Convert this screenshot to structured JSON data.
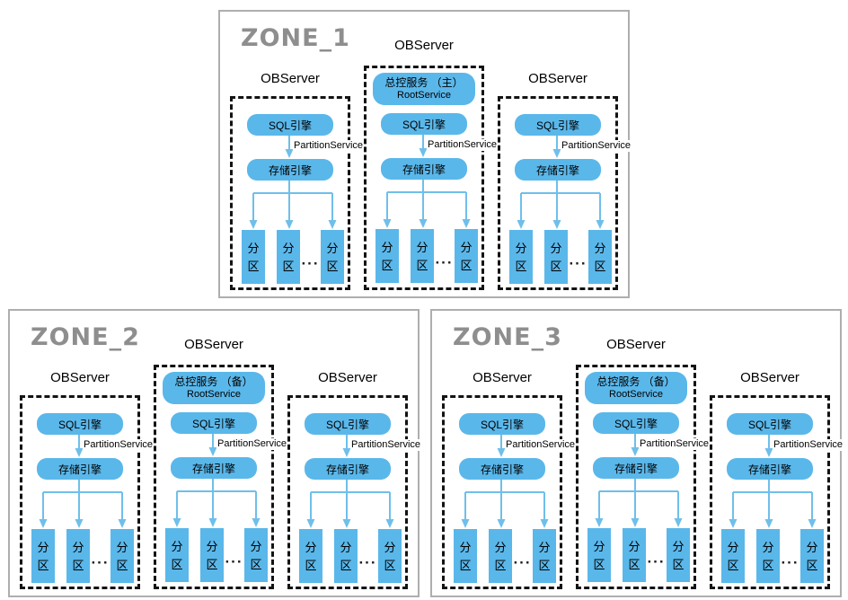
{
  "labels": {
    "observer": "OBServer",
    "sql_engine": "SQL引擎",
    "partition_service": "PartitionService",
    "storage_engine": "存储引擎",
    "partition_line1": "分",
    "partition_line2": "区",
    "ellipsis": "···"
  },
  "zones": [
    {
      "title": "ZONE_1",
      "root_service": {
        "title": "总控服务 （主）",
        "subtitle": "RootService"
      }
    },
    {
      "title": "ZONE_2",
      "root_service": {
        "title": "总控服务 （备）",
        "subtitle": "RootService"
      }
    },
    {
      "title": "ZONE_3",
      "root_service": {
        "title": "总控服务 （备）",
        "subtitle": "RootService"
      }
    }
  ],
  "colors": {
    "box_blue": "#5AB7EA",
    "arrow_blue": "#6FBFEA",
    "dashed_border": "#131313",
    "zone_border": "#AEAEAE",
    "zone_title_gray": "#8E8E8E"
  }
}
